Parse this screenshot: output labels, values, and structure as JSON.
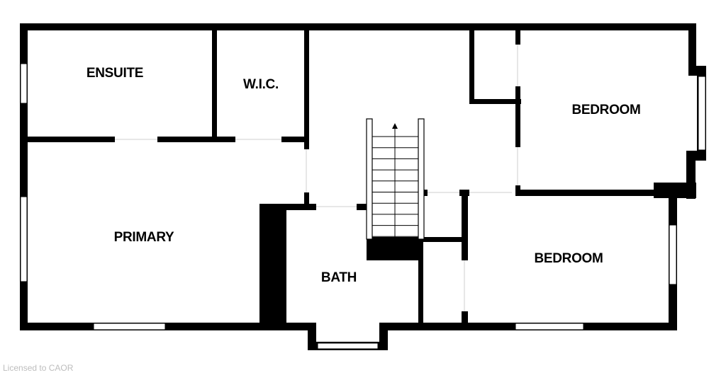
{
  "rooms": {
    "ensuite": "ENSUITE",
    "wic": "W.I.C.",
    "bedroom_upper": "BEDROOM",
    "primary": "PRIMARY",
    "bath": "BATH",
    "bedroom_lower": "BEDROOM"
  },
  "footer": {
    "license": "Licensed to CAOR"
  },
  "colors": {
    "wall": "#000000",
    "background": "#ffffff",
    "window": "#ffffff",
    "footer_text": "#bdbdbd"
  },
  "icons": {
    "stair_direction": "arrow-up-icon"
  }
}
